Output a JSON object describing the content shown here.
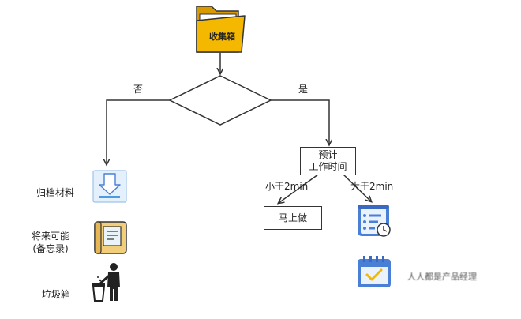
{
  "inbox": {
    "label": "收集箱"
  },
  "decision": {
    "no_label": "否",
    "yes_label": "是"
  },
  "estimate_box": {
    "line1": "预计",
    "line2": "工作时间"
  },
  "branches": {
    "under": "小于2min",
    "over": "大于2min"
  },
  "do_now_box": {
    "label": "马上做"
  },
  "left_items": [
    {
      "label": "归档材料"
    },
    {
      "label_line1": "将来可能",
      "label_line2": "(备忘录)"
    },
    {
      "label": "垃圾箱"
    }
  ],
  "right_items": [
    {
      "icon": "task-list-clock-icon"
    },
    {
      "icon": "calendar-check-icon",
      "caption": "人人都是产品经理"
    }
  ],
  "colors": {
    "folder": "#F5B800",
    "folder_dark": "#D89A00",
    "line": "#333333",
    "blue": "#4A7FD6",
    "light_blue": "#DCEBFA",
    "notebook": "#F2CE7A"
  }
}
